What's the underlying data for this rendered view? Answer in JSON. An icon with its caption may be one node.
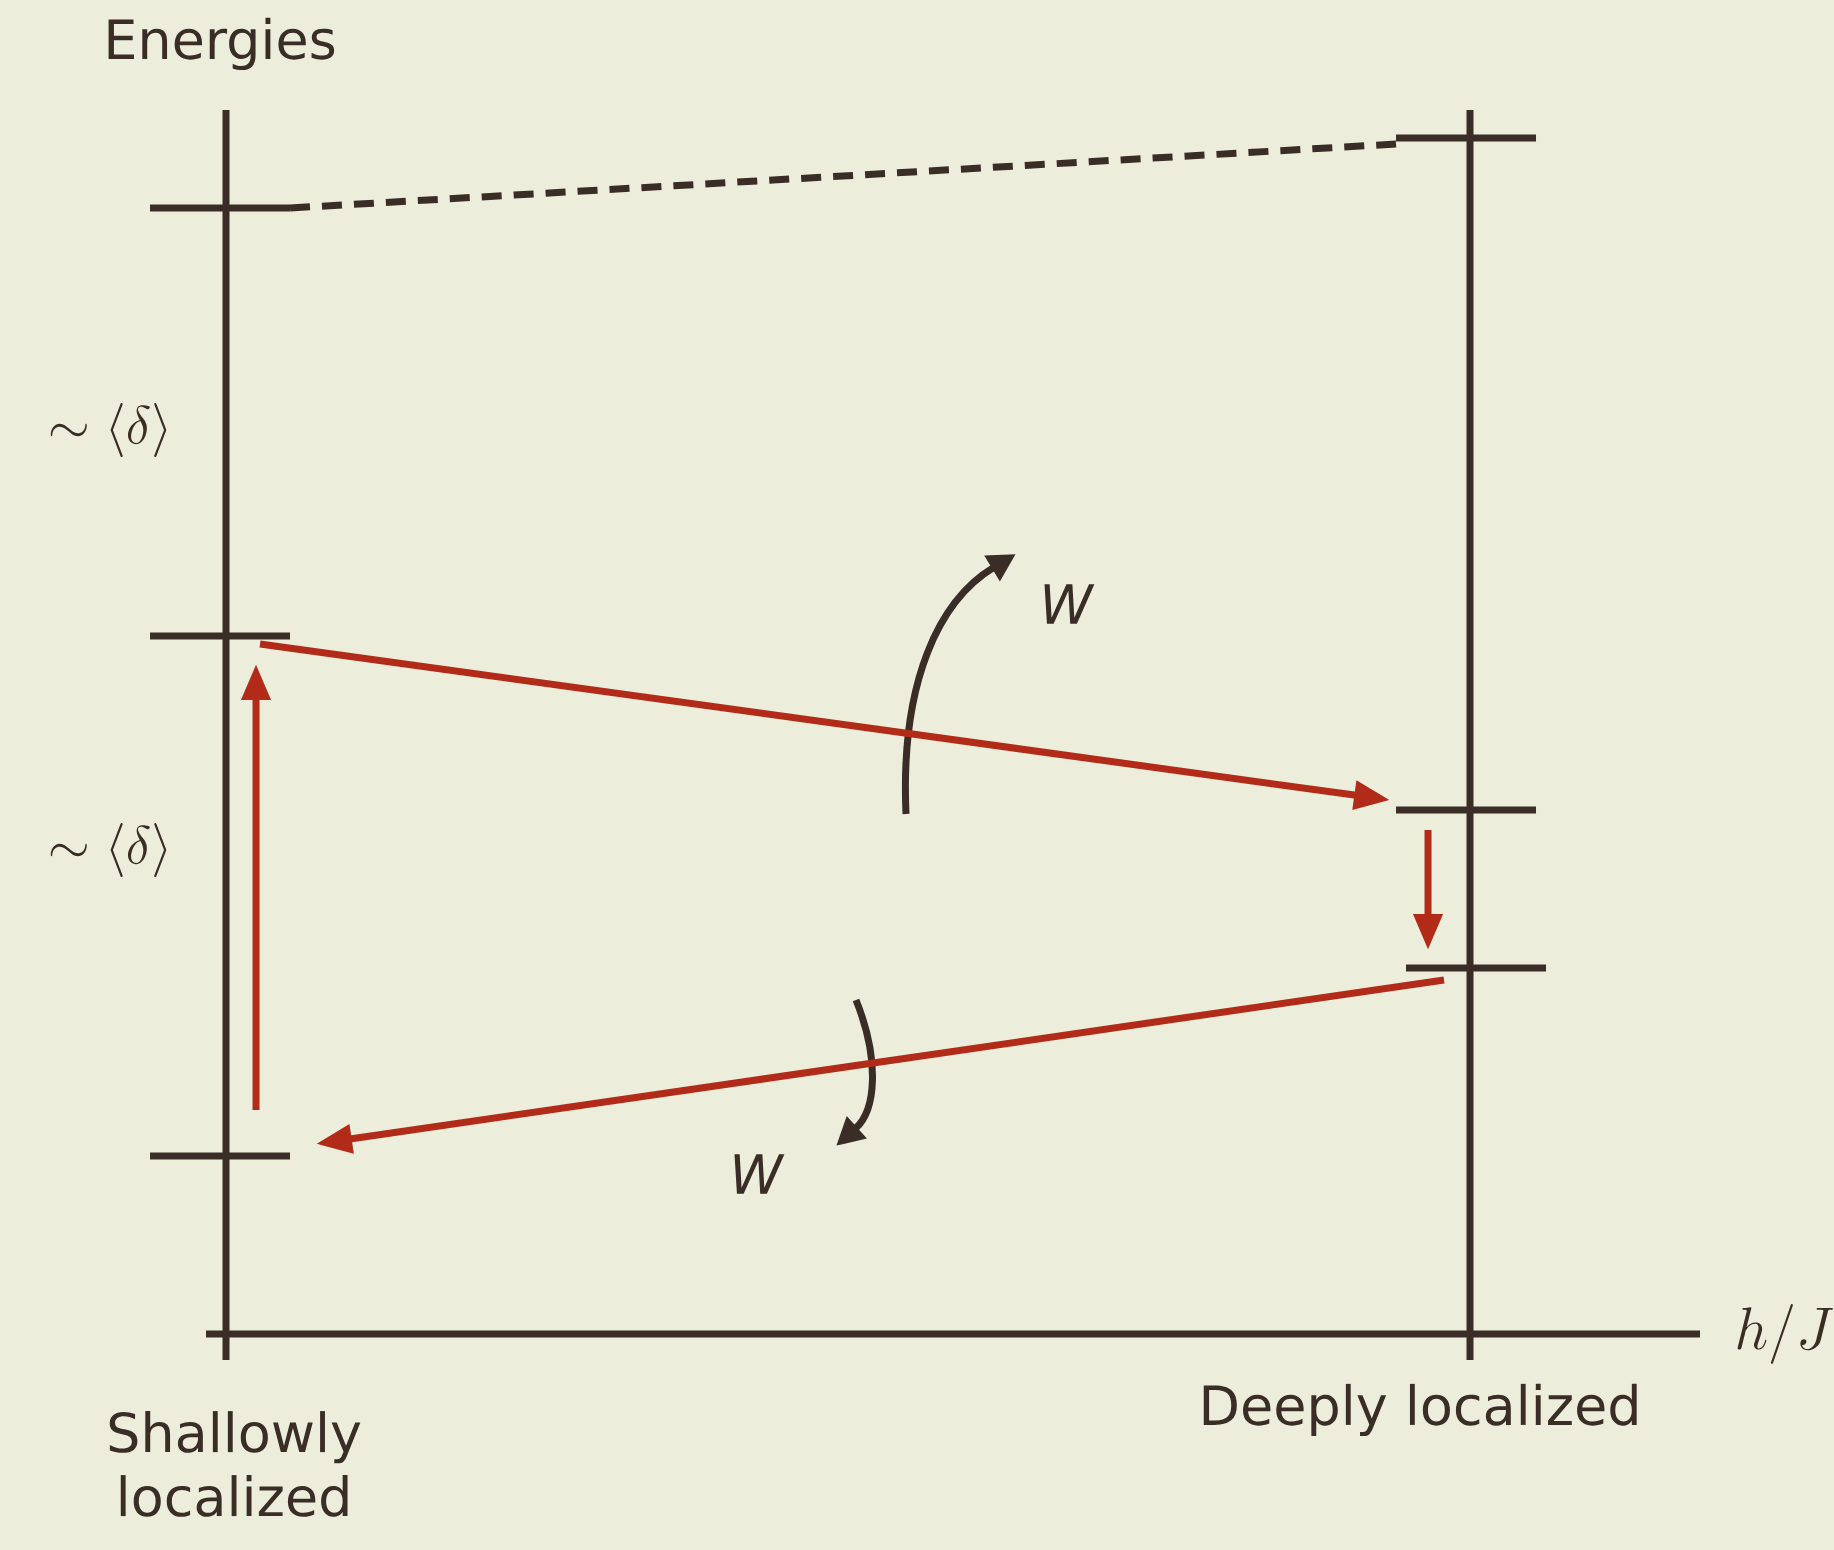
{
  "diagram": {
    "nodes": [
      {
        "text": [],
        "shape": "bar"
      },
      {
        "text": [],
        "shape": "bar"
      },
      {
        "text": [],
        "shape": "bar"
      },
      {
        "text": [],
        "shape": "bar"
      },
      {
        "text": [],
        "shape": "bar"
      },
      {
        "text": [],
        "shape": "bar"
      }
    ],
    "edges": [
      {
        "from": 0,
        "to": 3,
        "arrow": "none",
        "style": "dashed",
        "color": "#3a2c26"
      },
      {
        "from": 1,
        "to": 4,
        "arrow": "to"
      },
      {
        "from": 4,
        "to": 5,
        "arrow": "to"
      },
      {
        "from": 5,
        "to": 2,
        "arrow": "to"
      },
      {
        "from": 2,
        "to": 1,
        "arrow": "to"
      }
    ],
    "labels": [
      "Energies",
      "\\sim \\langle\\delta\\rangle",
      "W",
      "\\sim \\langle\\delta\\rangle",
      "W",
      "h/J",
      "Deeply localized",
      "Shallowly localized"
    ]
  }
}
